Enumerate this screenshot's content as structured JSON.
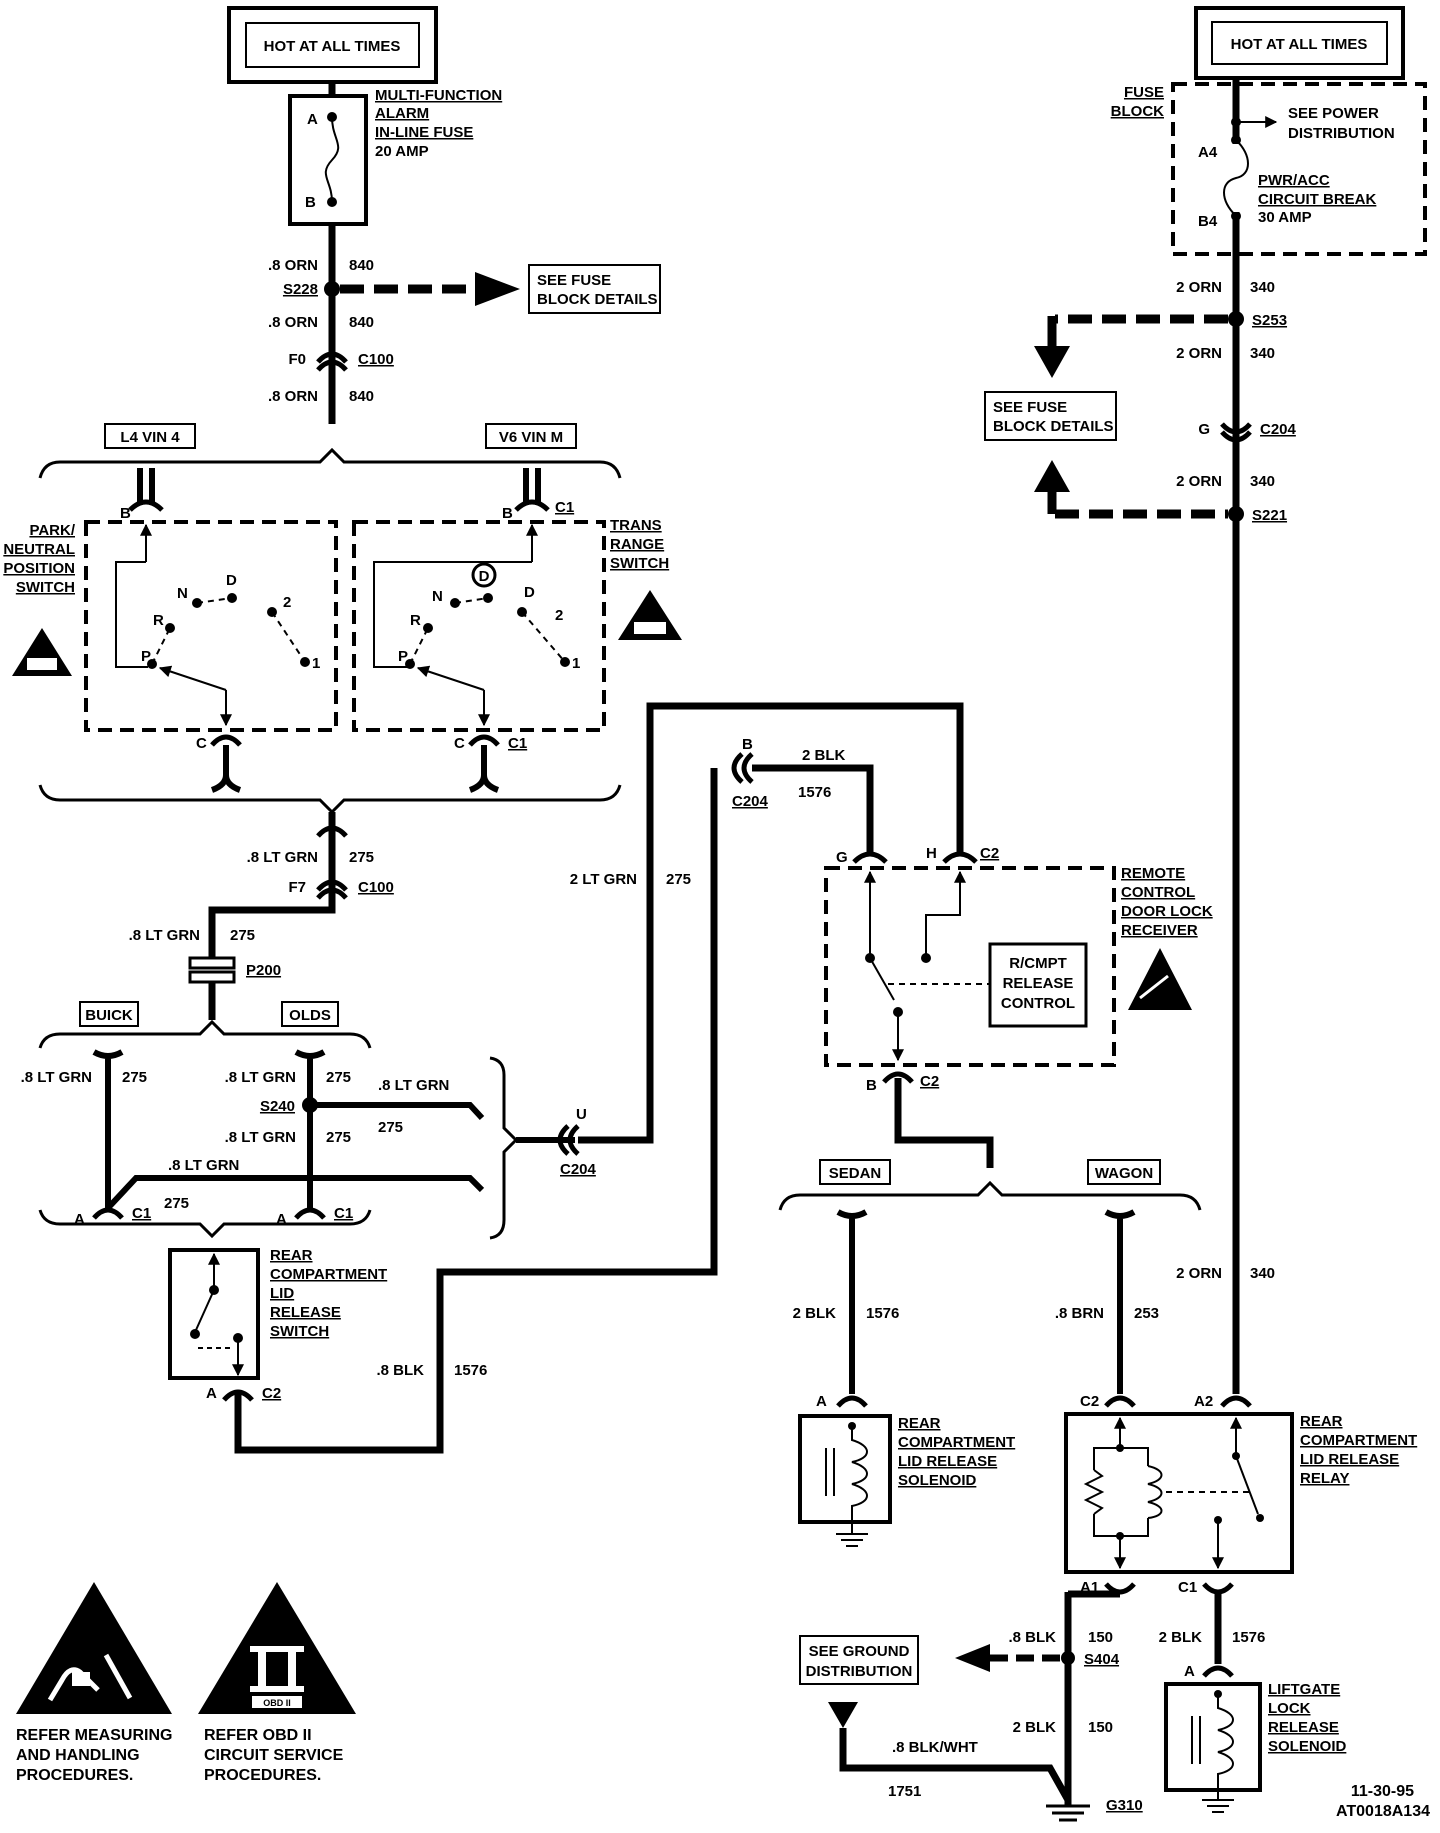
{
  "power": {
    "left_source": "HOT AT ALL TIMES",
    "right_source": "HOT AT ALL TIMES",
    "fuse_name_1": "MULTI-FUNCTION",
    "fuse_name_2": "ALARM",
    "fuse_name_3": "IN-LINE FUSE",
    "fuse_rating": "20 AMP",
    "fuse_pin_a": "A",
    "fuse_pin_b": "B",
    "fuse_block_1": "FUSE",
    "fuse_block_2": "BLOCK",
    "see_power_1": "SEE POWER",
    "see_power_2": "DISTRIBUTION",
    "cb_pin_a4": "A4",
    "cb_pin_b4": "B4",
    "cb_name_1": "PWR/ACC",
    "cb_name_2": "CIRCUIT BREAK",
    "cb_rating": "30 AMP"
  },
  "wires": {
    "w840_a": ".8 ORN",
    "c840_a": "840",
    "w840_b": ".8 ORN",
    "c840_b": "840",
    "w840_c": ".8 ORN",
    "c840_c": "840",
    "w340_a": "2 ORN",
    "c340_a": "340",
    "w340_b": "2 ORN",
    "c340_b": "340",
    "w340_c": "2 ORN",
    "c340_c": "340",
    "w340_d": "2 ORN",
    "c340_d": "340",
    "w275_a": ".8 LT GRN",
    "c275_a": "275",
    "w275_b": ".8 LT GRN",
    "c275_b": "275",
    "w275_c": ".8 LT GRN",
    "c275_c": "275",
    "w275_d": ".8 LT GRN",
    "c275_d": "275",
    "w275_e": ".8 LT GRN",
    "c275_e": "275",
    "w275_f": ".8 LT GRN",
    "c275_f": "275",
    "w275_g": ".8 LT GRN",
    "c275_g": "275",
    "w275_big": "2 LT GRN",
    "c275_big": "275",
    "w1576_a": "2 BLK",
    "c1576_a": "1576",
    "w1576_b": ".8 BLK",
    "c1576_b": "1576",
    "w1576_c": "2 BLK",
    "c1576_c": "1576",
    "w1576_d": "2 BLK",
    "c1576_d": "1576",
    "w253": ".8 BRN",
    "c253": "253",
    "w150_a": ".8 BLK",
    "c150_a": "150",
    "w150_b": "2 BLK",
    "c150_b": "150",
    "w1751": ".8 BLK/WHT",
    "c1751": "1751"
  },
  "splices": {
    "s228": "S228",
    "s253": "S253",
    "s221": "S221",
    "s240": "S240",
    "s404": "S404",
    "g310": "G310",
    "p200": "P200"
  },
  "connectors": {
    "c100_a": "C100",
    "c100_a_pin": "F0",
    "c100_b": "C100",
    "c100_b_pin": "F7",
    "c204_g": "C204",
    "c204_g_pin": "G",
    "c204_b": "C204",
    "c204_b_pin": "B",
    "c204_u": "C204",
    "c204_u_pin": "U",
    "c2": "C2",
    "c1": "C1",
    "pin_a": "A",
    "pin_b": "B",
    "pin_c": "C",
    "pin_g": "G",
    "pin_h": "H",
    "pin_a1": "A1",
    "pin_a2": "A2",
    "pin_c1": "C1",
    "pin_c2": "C2"
  },
  "see_fuse": {
    "l1": "SEE FUSE",
    "l2": "BLOCK DETAILS"
  },
  "options": {
    "l4": "L4 VIN 4",
    "v6": "V6 VIN M",
    "buick": "BUICK",
    "olds": "OLDS",
    "sedan": "SEDAN",
    "wagon": "WAGON"
  },
  "components": {
    "pn_1": "PARK/",
    "pn_2": "NEUTRAL",
    "pn_3": "POSITION",
    "pn_4": "SWITCH",
    "tr_1": "TRANS",
    "tr_2": "RANGE",
    "tr_3": "SWITCH",
    "gear_p": "P",
    "gear_r": "R",
    "gear_n": "N",
    "gear_d": "D",
    "gear_2": "2",
    "gear_1": "1",
    "rc_1": "REMOTE",
    "rc_2": "CONTROL",
    "rc_3": "DOOR LOCK",
    "rc_4": "RECEIVER",
    "rcm_1": "R/CMPT",
    "rcm_2": "RELEASE",
    "rcm_3": "CONTROL",
    "rls_1": "REAR",
    "rls_2": "COMPARTMENT",
    "rls_3": "LID",
    "rls_4": "RELEASE",
    "rls_5": "SWITCH",
    "sol_1": "REAR",
    "sol_2": "COMPARTMENT",
    "sol_3": "LID RELEASE",
    "sol_4": "SOLENOID",
    "rly_1": "REAR",
    "rly_2": "COMPARTMENT",
    "rly_3": "LID RELEASE",
    "rly_4": "RELAY",
    "lg_1": "LIFTGATE",
    "lg_2": "LOCK",
    "lg_3": "RELEASE",
    "lg_4": "SOLENOID",
    "see_gnd_1": "SEE GROUND",
    "see_gnd_2": "DISTRIBUTION",
    "obd": "OBD II"
  },
  "footer": {
    "esd_1": "REFER MEASURING",
    "esd_2": "AND HANDLING",
    "esd_3": "PROCEDURES.",
    "obd_1": "REFER OBD II",
    "obd_2": "CIRCUIT SERVICE",
    "obd_3": "PROCEDURES.",
    "date": "11-30-95",
    "code": "AT0018A134"
  }
}
